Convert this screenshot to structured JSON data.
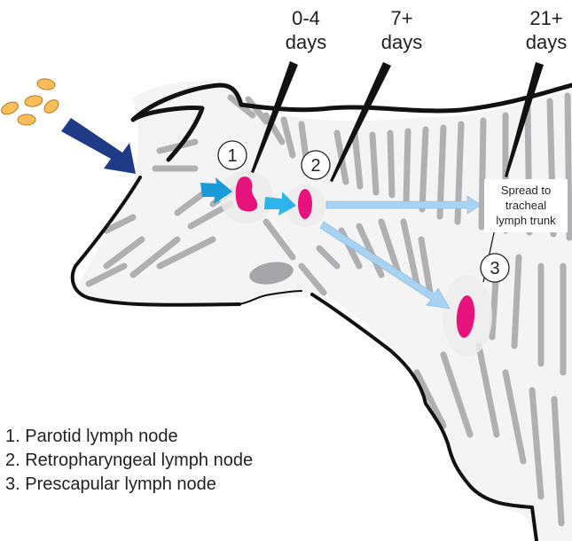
{
  "diagram": {
    "subject": "cow head and neck lymphatic spread",
    "colors": {
      "outline": "#111111",
      "hair_shading": "#a9a9ab",
      "lymph_node": "#e8127c",
      "node_halo": "#ececec",
      "intake_arrow": "#1f3a86",
      "particles_fill": "#fbbd5a",
      "particles_stroke": "#b07a1d",
      "arrow_node1": "#1a9ad6",
      "arrow_node2": "#2db4ea",
      "spread_arrows": "#a7d2f2",
      "pointer": "#111111"
    },
    "time_labels": [
      {
        "line1": "0-4",
        "line2": "days"
      },
      {
        "line1": "7+",
        "line2": "days"
      },
      {
        "line1": "21+",
        "line2": "days"
      }
    ],
    "node_markers": [
      "1",
      "2",
      "3"
    ],
    "callout": {
      "lines": [
        "Spread to",
        "tracheal",
        "lymph trunk"
      ]
    },
    "legend": [
      "1. Parotid lymph node",
      "2. Retropharyngeal lymph node",
      "3. Prescapular lymph node"
    ]
  }
}
